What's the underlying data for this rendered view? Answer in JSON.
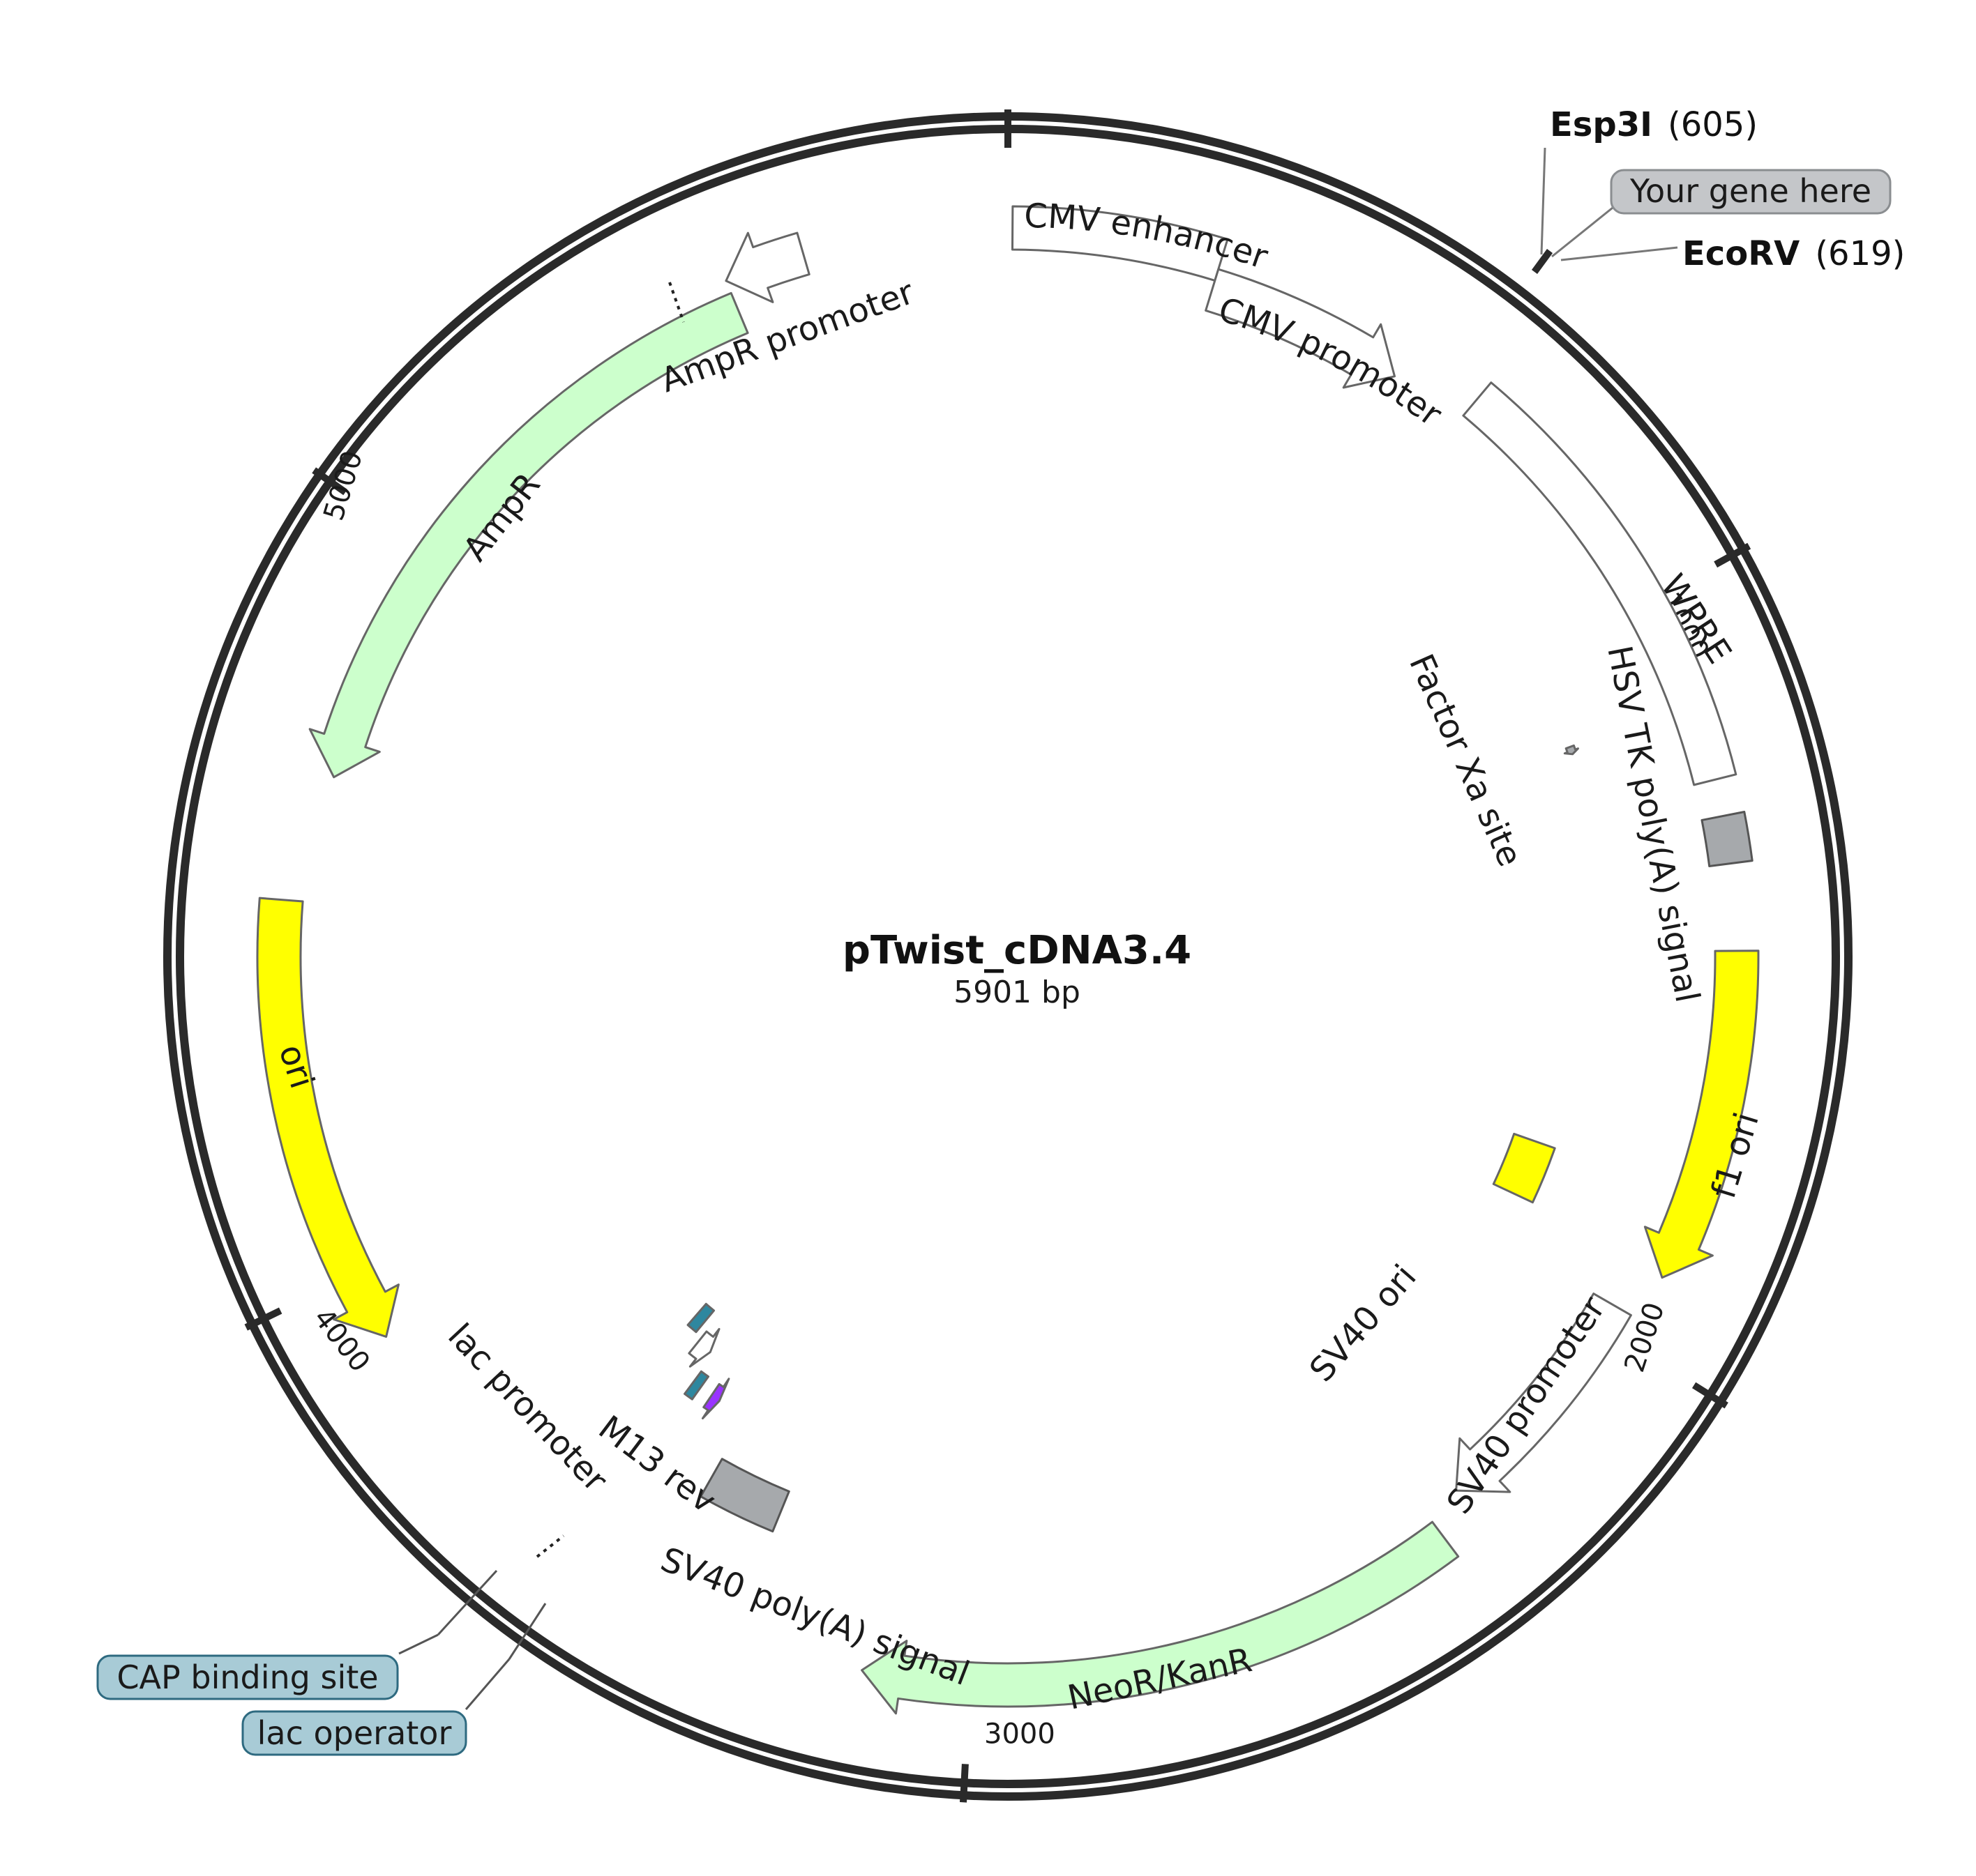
{
  "plasmid": {
    "name": "pTwist_cDNA3.4",
    "size_label": "5901 bp",
    "length_bp": 5901
  },
  "ticks": [
    {
      "bp": 0,
      "label": ""
    },
    {
      "bp": 1000,
      "label": "1000"
    },
    {
      "bp": 2000,
      "label": "2000"
    },
    {
      "bp": 3000,
      "label": "3000"
    },
    {
      "bp": 4000,
      "label": "4000"
    },
    {
      "bp": 5000,
      "label": "5000"
    }
  ],
  "features": [
    {
      "id": "cmv-enhancer",
      "label": "CMV enhancer",
      "start": 6,
      "end": 279,
      "strand": 0,
      "color": "#ffffff"
    },
    {
      "id": "cmv-promoter",
      "label": "CMV promoter",
      "start": 279,
      "end": 552,
      "strand": 1,
      "color": "#ffffff"
    },
    {
      "id": "wpre",
      "label": "WPRE",
      "start": 657,
      "end": 1245,
      "strand": 0,
      "color": "#ffffff"
    },
    {
      "id": "hsv-tk-polya",
      "label": "HSV TK poly(A) signal",
      "start": 1293,
      "end": 1355,
      "strand": 0,
      "color": "#a6a9ac"
    },
    {
      "id": "factor-xa",
      "label": "Factor Xa site",
      "start": 1140,
      "end": 1152,
      "strand": 1,
      "color": "#a6a9ac"
    },
    {
      "id": "f1-ori",
      "label": "f1 ori",
      "start": 1468,
      "end": 1904,
      "strand": 1,
      "color": "#ffff00"
    },
    {
      "id": "sv40-ori",
      "label": "SV40 ori",
      "start": 1792,
      "end": 1887,
      "strand": 0,
      "color": "#ffff00"
    },
    {
      "id": "sv40-promoter",
      "label": "SV40 promoter",
      "start": 1966,
      "end": 2295,
      "strand": 1,
      "color": "#ffffff"
    },
    {
      "id": "neor-kanr",
      "label": "NeoR/KanR",
      "start": 2346,
      "end": 3140,
      "strand": 1,
      "color": "#ccffcc"
    },
    {
      "id": "sv40-polya",
      "label": "SV40 poly(A) signal",
      "start": 3315,
      "end": 3436,
      "strand": 0,
      "color": "#a6a9ac"
    },
    {
      "id": "m13-rev",
      "label": "M13 rev",
      "start": 3491,
      "end": 3508,
      "strand": -1,
      "color": "#9933ff"
    },
    {
      "id": "lac-operator",
      "label": "lac operator",
      "start": 3532,
      "end": 3548,
      "strand": 0,
      "color": "#2e879f"
    },
    {
      "id": "lac-promoter",
      "label": "lac promoter",
      "start": 3556,
      "end": 3586,
      "strand": -1,
      "color": "#ffffff"
    },
    {
      "id": "cap-binding",
      "label": "CAP binding site",
      "start": 3601,
      "end": 3622,
      "strand": 0,
      "color": "#2e879f"
    },
    {
      "id": "ori",
      "label": "ori",
      "start": 3910,
      "end": 4499,
      "strand": -1,
      "color": "#ffff00"
    },
    {
      "id": "ampr",
      "label": "AmpR",
      "start": 4670,
      "end": 5530,
      "strand": -1,
      "color": "#ccffcc"
    },
    {
      "id": "ampr-promoter",
      "label": "AmpR promoter",
      "start": 5530,
      "end": 5635,
      "strand": -1,
      "color": "#ffffff"
    }
  ],
  "sites": [
    {
      "id": "esp3i",
      "name": "Esp3I",
      "position": "(605)"
    },
    {
      "id": "ecorv",
      "name": "EcoRV",
      "position": "(619)"
    }
  ],
  "insert_label": "Your gene here"
}
